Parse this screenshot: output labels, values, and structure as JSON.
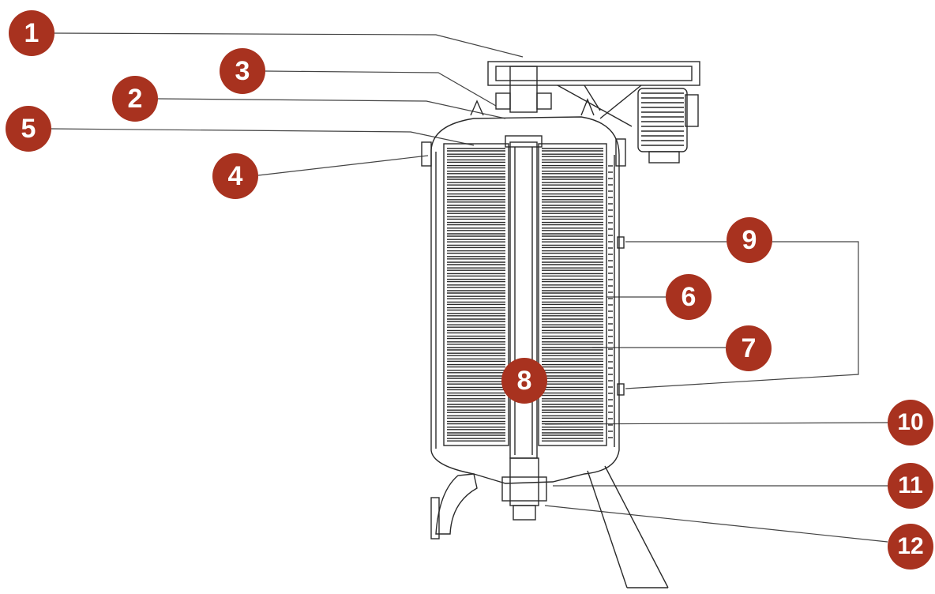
{
  "marker_color": "#a8321f",
  "line_color": "#444444",
  "drawing_color": "#2a2a2a",
  "callouts": [
    {
      "id": "1",
      "label": "1"
    },
    {
      "id": "2",
      "label": "2"
    },
    {
      "id": "3",
      "label": "3"
    },
    {
      "id": "4",
      "label": "4"
    },
    {
      "id": "5",
      "label": "5"
    },
    {
      "id": "6",
      "label": "6"
    },
    {
      "id": "7",
      "label": "7"
    },
    {
      "id": "8",
      "label": "8"
    },
    {
      "id": "9",
      "label": "9"
    },
    {
      "id": "10",
      "label": "10"
    },
    {
      "id": "11",
      "label": "11"
    },
    {
      "id": "12",
      "label": "12"
    }
  ]
}
